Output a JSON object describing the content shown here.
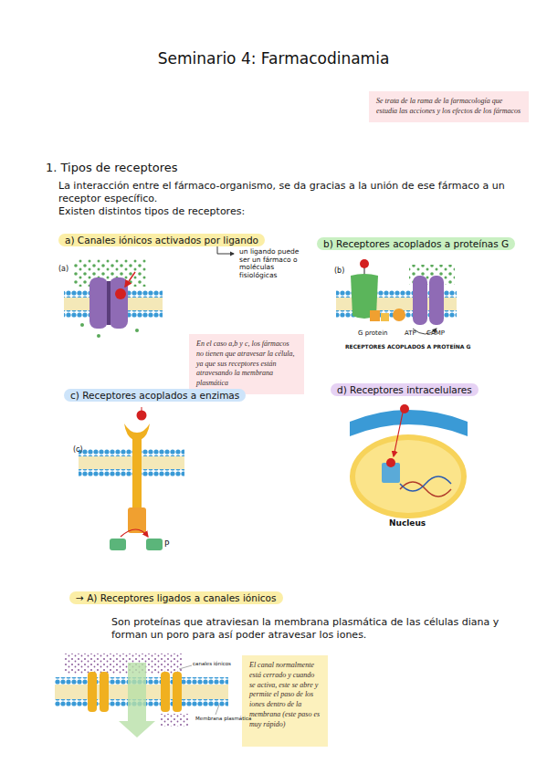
{
  "diagram": {
    "title": "Seminario 4: Farmacodinamia",
    "nodes": [
      {
        "text": [
          "Se trata de la rama de la farmacología que estudia las acciones y los efectos de los fármacos"
        ]
      },
      {
        "text": [
          "a) Canales iónicos activados por ligando"
        ]
      },
      {
        "text": [
          "b) Receptores acoplados a proteínas G"
        ]
      },
      {
        "text": [
          "En el caso a,b y c, los fármacos no tienen que atravesar la célula, ya que sus receptores están atravesando la membrana plasmática"
        ]
      },
      {
        "text": [
          "c) Receptores acoplados a enzimas"
        ]
      },
      {
        "text": [
          "d) Receptores intracelulares"
        ]
      },
      {
        "text": [
          "→ A) Receptores ligados a canales iónicos"
        ]
      },
      {
        "text": [
          "El canal normalmente está cerrado y cuando se activa, este se abre y permite el paso de los iones dentro de la membrana (este paso es muy rápido)"
        ]
      }
    ],
    "labels": [
      "1. Tipos de receptores",
      "La interacción entre el fármaco-organismo, se da gracias a la unión de ese fármaco a un receptor específico.",
      "Existen distintos tipos de receptores:",
      "un ligando puede ser un fármaco o moléculas fisiológicas",
      "(a)",
      "(b)",
      "G protein",
      "ATP",
      "CAMP",
      "RECEPTORES ACOPLADOS A PROTEÍNA G",
      "(c)",
      "P",
      "Nucleus",
      "Son proteínas que atraviesan la membrana plasmática de las células diana y forman un poro para así poder atravesar los iones.",
      "canales iónicos",
      "Membrana plasmática"
    ]
  }
}
